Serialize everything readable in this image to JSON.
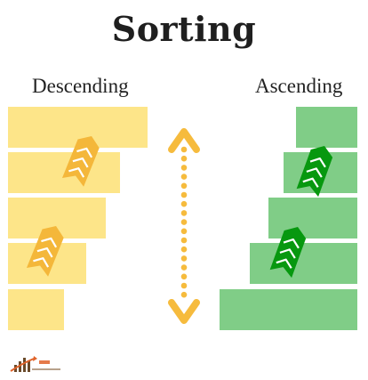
{
  "title": "Sorting",
  "labels": {
    "descending": "Descending",
    "ascending": "Ascending"
  },
  "colors": {
    "descending_bar": "#fde589",
    "descending_arrow": "#f4b73a",
    "ascending_bar": "#80cd87",
    "ascending_arrow": "#07980f",
    "middle_arrow": "#f6bb3d",
    "text": "#1f1f1f"
  },
  "descending": {
    "bars": [
      5,
      4,
      3.5,
      2.8,
      2
    ]
  },
  "ascending": {
    "bars": [
      2,
      2.4,
      2.9,
      3.5,
      4.5
    ]
  },
  "icons": {
    "middle": "double-vertical-arrow-icon",
    "descending_arrows": "chevron-arrow-icon",
    "ascending_arrows": "chevron-arrow-icon",
    "logo": "logo-icon"
  }
}
